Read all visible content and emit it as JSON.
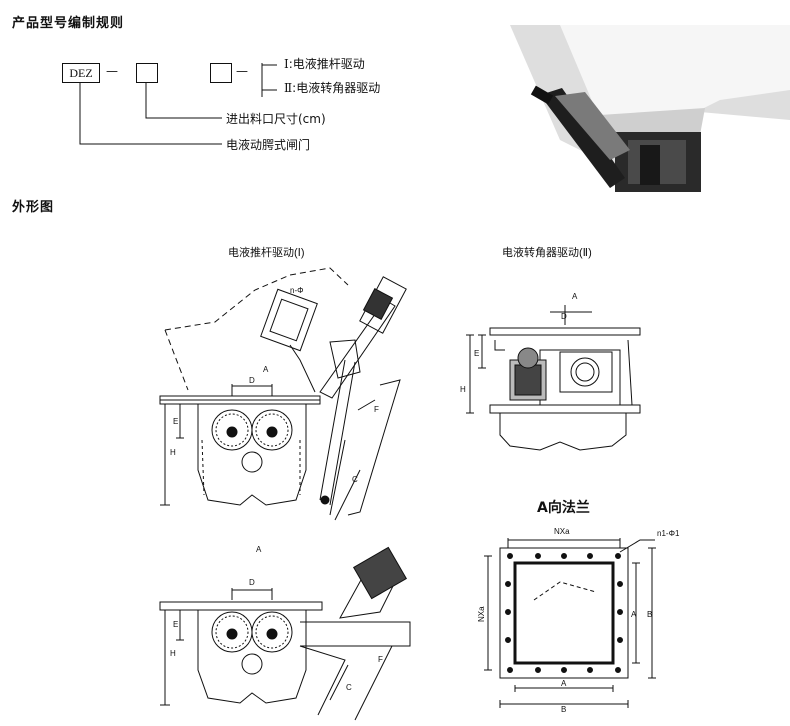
{
  "model_rules": {
    "heading": "产品型号编制规则",
    "code_box": "DEZ",
    "dash1": "—",
    "dash2": "—",
    "drive_options": [
      {
        "roman": "Ⅰ",
        "label": ":电液推杆驱动"
      },
      {
        "roman": "Ⅱ",
        "label": ":电液转角器驱动"
      }
    ],
    "size_label": "进出料口尺寸(cm)",
    "gate_label": "电液动腭式闸门"
  },
  "outline": {
    "heading": "外形图",
    "title_pushrod": "电液推杆驱动(Ⅰ)",
    "title_rotary": "电液转角器驱动(Ⅱ)",
    "title_flange": "A向法兰"
  },
  "dims": {
    "A": "A",
    "B": "B",
    "C": "C",
    "D": "D",
    "E": "E",
    "F": "F",
    "H": "H",
    "NXa": "NXa",
    "n_phi": "n-Φ",
    "n1_phi1": "n1-Φ1"
  }
}
